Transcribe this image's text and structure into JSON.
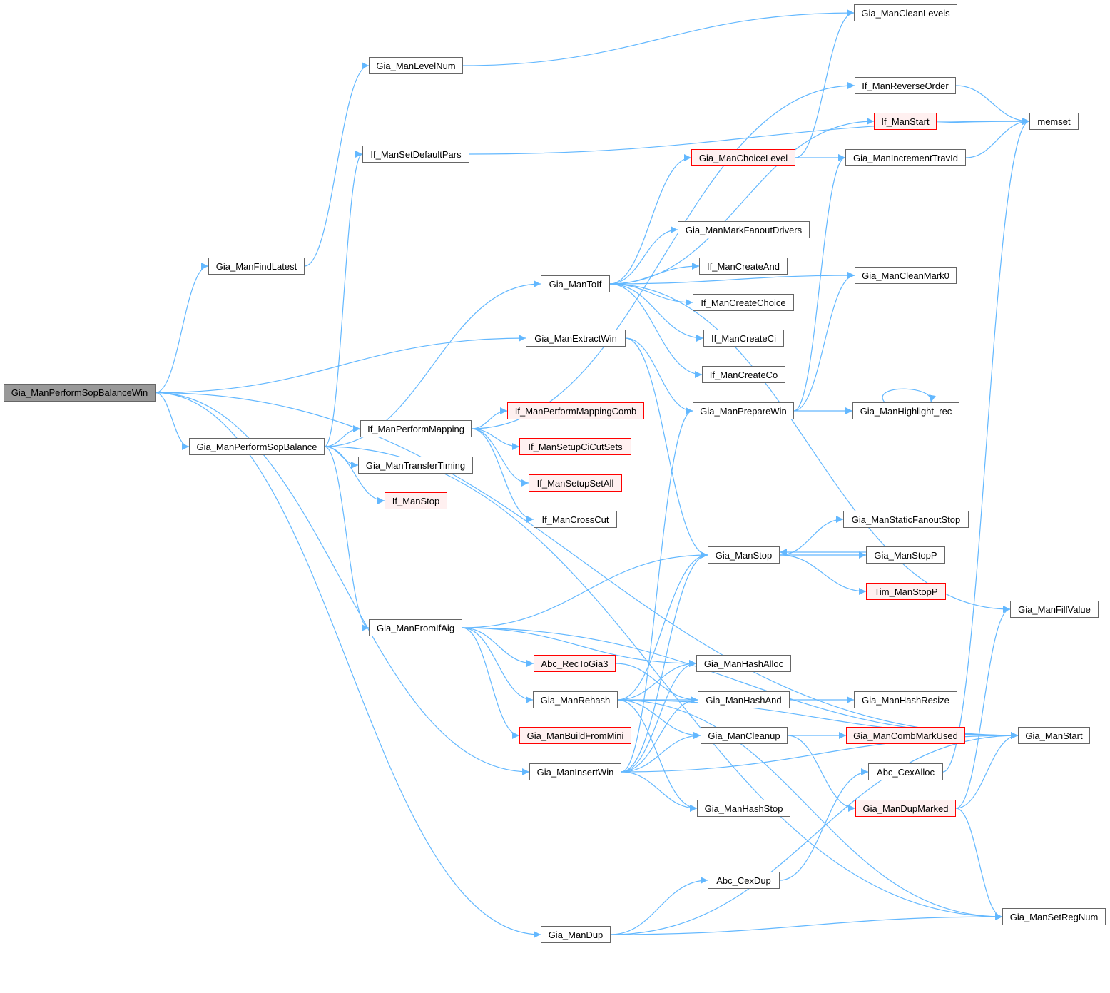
{
  "colors": {
    "edge": "#63b8ff",
    "node_border": "#666666",
    "missing_border": "#ff0000",
    "missing_fill": "#fff0f0",
    "root_fill": "#999999"
  },
  "nodes": [
    {
      "id": "win",
      "label": "Gia_ManPerformSopBalanceWin",
      "status": "root"
    },
    {
      "id": "findlatest",
      "label": "Gia_ManFindLatest",
      "status": "normal"
    },
    {
      "id": "levelnum",
      "label": "Gia_ManLevelNum",
      "status": "normal"
    },
    {
      "id": "setdefpars",
      "label": "If_ManSetDefaultPars",
      "status": "normal"
    },
    {
      "id": "sopbal",
      "label": "Gia_ManPerformSopBalance",
      "status": "normal"
    },
    {
      "id": "perfmap",
      "label": "If_ManPerformMapping",
      "status": "normal"
    },
    {
      "id": "transtiming",
      "label": "Gia_ManTransferTiming",
      "status": "normal"
    },
    {
      "id": "ifstop",
      "label": "If_ManStop",
      "status": "missing"
    },
    {
      "id": "fromifaig",
      "label": "Gia_ManFromIfAig",
      "status": "normal"
    },
    {
      "id": "toif",
      "label": "Gia_ManToIf",
      "status": "normal"
    },
    {
      "id": "extractwin",
      "label": "Gia_ManExtractWin",
      "status": "normal"
    },
    {
      "id": "perfmapcomb",
      "label": "If_ManPerformMappingComb",
      "status": "missing"
    },
    {
      "id": "setupcicut",
      "label": "If_ManSetupCiCutSets",
      "status": "missing"
    },
    {
      "id": "setupsetall",
      "label": "If_ManSetupSetAll",
      "status": "missing"
    },
    {
      "id": "crosscut",
      "label": "If_ManCrossCut",
      "status": "normal"
    },
    {
      "id": "rectogia3",
      "label": "Abc_RecToGia3",
      "status": "missing"
    },
    {
      "id": "rehash",
      "label": "Gia_ManRehash",
      "status": "normal"
    },
    {
      "id": "buildmini",
      "label": "Gia_ManBuildFromMini",
      "status": "missing"
    },
    {
      "id": "insertwin",
      "label": "Gia_ManInsertWin",
      "status": "normal"
    },
    {
      "id": "dup",
      "label": "Gia_ManDup",
      "status": "normal"
    },
    {
      "id": "cleanlevels",
      "label": "Gia_ManCleanLevels",
      "status": "normal"
    },
    {
      "id": "revorder",
      "label": "If_ManReverseOrder",
      "status": "normal"
    },
    {
      "id": "ifstart",
      "label": "If_ManStart",
      "status": "missing"
    },
    {
      "id": "choicelevel",
      "label": "Gia_ManChoiceLevel",
      "status": "missing"
    },
    {
      "id": "inctravid",
      "label": "Gia_ManIncrementTravId",
      "status": "normal"
    },
    {
      "id": "memset",
      "label": "memset",
      "status": "normal"
    },
    {
      "id": "markfanout",
      "label": "Gia_ManMarkFanoutDrivers",
      "status": "normal"
    },
    {
      "id": "createand",
      "label": "If_ManCreateAnd",
      "status": "normal"
    },
    {
      "id": "createchoice",
      "label": "If_ManCreateChoice",
      "status": "normal"
    },
    {
      "id": "createci",
      "label": "If_ManCreateCi",
      "status": "normal"
    },
    {
      "id": "createco",
      "label": "If_ManCreateCo",
      "status": "normal"
    },
    {
      "id": "cleanmark0",
      "label": "Gia_ManCleanMark0",
      "status": "normal"
    },
    {
      "id": "preparewin",
      "label": "Gia_ManPrepareWin",
      "status": "normal"
    },
    {
      "id": "highlight",
      "label": "Gia_ManHighlight_rec",
      "status": "normal"
    },
    {
      "id": "staticfanoutstop",
      "label": "Gia_ManStaticFanoutStop",
      "status": "normal"
    },
    {
      "id": "giastop",
      "label": "Gia_ManStop",
      "status": "normal"
    },
    {
      "id": "stopp",
      "label": "Gia_ManStopP",
      "status": "normal"
    },
    {
      "id": "timstopp",
      "label": "Tim_ManStopP",
      "status": "missing"
    },
    {
      "id": "fillvalue",
      "label": "Gia_ManFillValue",
      "status": "normal"
    },
    {
      "id": "hashalloc",
      "label": "Gia_ManHashAlloc",
      "status": "normal"
    },
    {
      "id": "hashand",
      "label": "Gia_ManHashAnd",
      "status": "normal"
    },
    {
      "id": "hashresize",
      "label": "Gia_ManHashResize",
      "status": "normal"
    },
    {
      "id": "cleanup",
      "label": "Gia_ManCleanup",
      "status": "normal"
    },
    {
      "id": "combmarkused",
      "label": "Gia_ManCombMarkUsed",
      "status": "missing"
    },
    {
      "id": "cexalloc",
      "label": "Abc_CexAlloc",
      "status": "normal"
    },
    {
      "id": "giastart",
      "label": "Gia_ManStart",
      "status": "normal"
    },
    {
      "id": "dupmarked",
      "label": "Gia_ManDupMarked",
      "status": "missing"
    },
    {
      "id": "hashstop",
      "label": "Gia_ManHashStop",
      "status": "normal"
    },
    {
      "id": "cexdup",
      "label": "Abc_CexDup",
      "status": "normal"
    },
    {
      "id": "setregnum",
      "label": "Gia_ManSetRegNum",
      "status": "normal"
    }
  ],
  "edges": [
    [
      "win",
      "findlatest"
    ],
    [
      "win",
      "extractwin"
    ],
    [
      "win",
      "giastart"
    ],
    [
      "win",
      "sopbal"
    ],
    [
      "win",
      "insertwin"
    ],
    [
      "win",
      "dup"
    ],
    [
      "findlatest",
      "levelnum"
    ],
    [
      "levelnum",
      "cleanlevels"
    ],
    [
      "sopbal",
      "setdefpars"
    ],
    [
      "sopbal",
      "toif"
    ],
    [
      "sopbal",
      "perfmap"
    ],
    [
      "sopbal",
      "transtiming"
    ],
    [
      "sopbal",
      "ifstop"
    ],
    [
      "sopbal",
      "fromifaig"
    ],
    [
      "sopbal",
      "setregnum"
    ],
    [
      "setdefpars",
      "memset"
    ],
    [
      "perfmap",
      "revorder"
    ],
    [
      "perfmap",
      "perfmapcomb"
    ],
    [
      "perfmap",
      "setupcicut"
    ],
    [
      "perfmap",
      "setupsetall"
    ],
    [
      "perfmap",
      "crosscut"
    ],
    [
      "toif",
      "ifstart"
    ],
    [
      "toif",
      "choicelevel"
    ],
    [
      "toif",
      "cleanmark0"
    ],
    [
      "toif",
      "markfanout"
    ],
    [
      "toif",
      "createand"
    ],
    [
      "toif",
      "createchoice"
    ],
    [
      "toif",
      "createci"
    ],
    [
      "toif",
      "createco"
    ],
    [
      "toif",
      "fillvalue"
    ],
    [
      "extractwin",
      "giastop"
    ],
    [
      "extractwin",
      "preparewin"
    ],
    [
      "choicelevel",
      "cleanlevels"
    ],
    [
      "choicelevel",
      "inctravid"
    ],
    [
      "inctravid",
      "memset"
    ],
    [
      "ifstart",
      "memset"
    ],
    [
      "revorder",
      "memset"
    ],
    [
      "preparewin",
      "inctravid"
    ],
    [
      "preparewin",
      "cleanmark0"
    ],
    [
      "preparewin",
      "highlight"
    ],
    [
      "highlight",
      "highlight"
    ],
    [
      "giastop",
      "staticfanoutstop"
    ],
    [
      "giastop",
      "stopp"
    ],
    [
      "giastop",
      "timstopp"
    ],
    [
      "stopp",
      "giastop"
    ],
    [
      "fromifaig",
      "giastop"
    ],
    [
      "fromifaig",
      "giastart"
    ],
    [
      "fromifaig",
      "hashalloc"
    ],
    [
      "fromifaig",
      "rectogia3"
    ],
    [
      "fromifaig",
      "rehash"
    ],
    [
      "fromifaig",
      "buildmini"
    ],
    [
      "rectogia3",
      "hashand"
    ],
    [
      "rehash",
      "giastop"
    ],
    [
      "rehash",
      "giastart"
    ],
    [
      "rehash",
      "hashalloc"
    ],
    [
      "rehash",
      "hashand"
    ],
    [
      "rehash",
      "cleanup"
    ],
    [
      "rehash",
      "hashstop"
    ],
    [
      "rehash",
      "setregnum"
    ],
    [
      "insertwin",
      "preparewin"
    ],
    [
      "insertwin",
      "giastop"
    ],
    [
      "insertwin",
      "hashalloc"
    ],
    [
      "insertwin",
      "hashand"
    ],
    [
      "insertwin",
      "cleanup"
    ],
    [
      "insertwin",
      "hashstop"
    ],
    [
      "insertwin",
      "giastart"
    ],
    [
      "hashand",
      "hashresize"
    ],
    [
      "cleanup",
      "combmarkused"
    ],
    [
      "cleanup",
      "dupmarked"
    ],
    [
      "dupmarked",
      "fillvalue"
    ],
    [
      "dupmarked",
      "giastart"
    ],
    [
      "dupmarked",
      "setregnum"
    ],
    [
      "cexalloc",
      "memset"
    ],
    [
      "cexdup",
      "cexalloc"
    ],
    [
      "dup",
      "cexdup"
    ],
    [
      "dup",
      "giastart"
    ],
    [
      "dup",
      "setregnum"
    ]
  ]
}
